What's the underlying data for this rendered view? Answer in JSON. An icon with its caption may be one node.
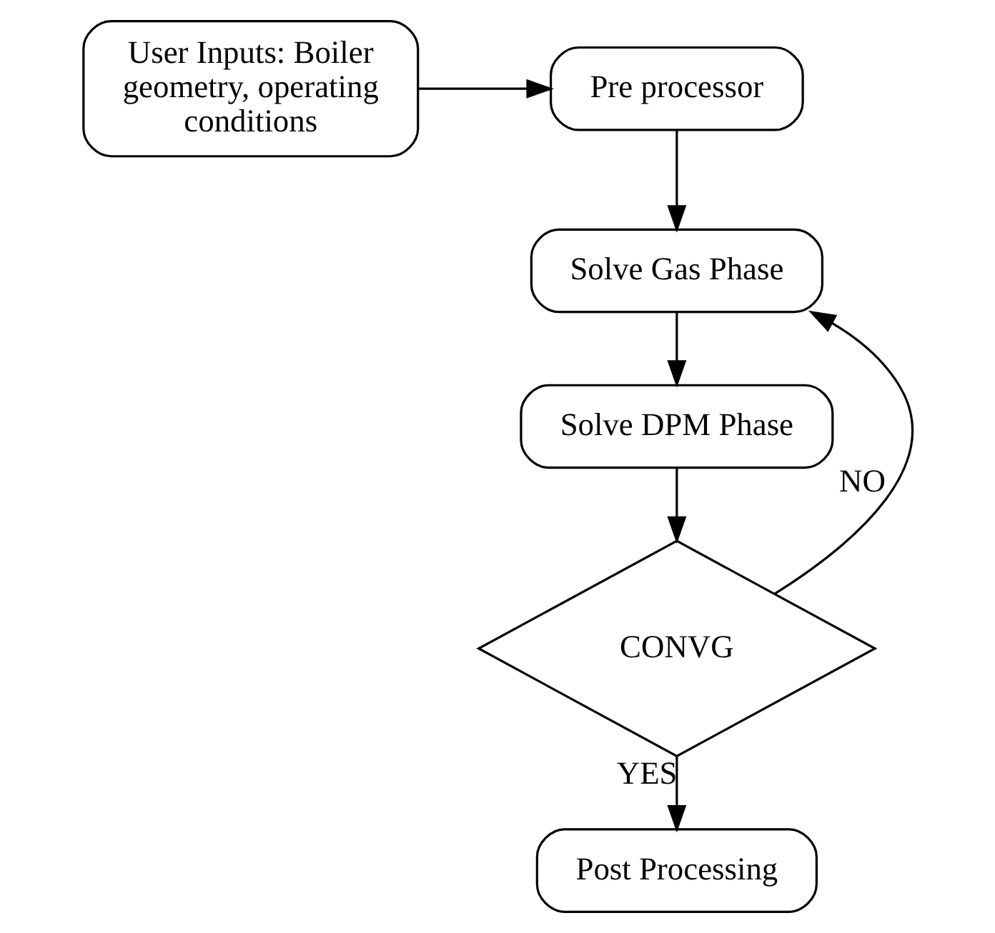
{
  "diagram": {
    "nodes": [
      {
        "text": [
          "User Inputs: Boiler geometry, operating conditions"
        ]
      },
      {
        "text": [
          "Pre processor"
        ]
      },
      {
        "text": [
          "Solve Gas Phase"
        ]
      },
      {
        "text": [
          "Solve DPM Phase"
        ]
      },
      {
        "text": [
          "CONVG"
        ]
      },
      {
        "text": [
          "Post Processing"
        ]
      }
    ],
    "edges": [
      {
        "from": 0,
        "to": 1,
        "arrow": "to"
      },
      {
        "from": 1,
        "to": 2,
        "arrow": "to"
      },
      {
        "from": 2,
        "to": 3,
        "arrow": "to"
      },
      {
        "from": 3,
        "to": 4,
        "arrow": "to"
      },
      {
        "from": 4,
        "to": 2,
        "arrow": "to",
        "label": "NO"
      },
      {
        "from": 4,
        "to": 5,
        "arrow": "to",
        "label": "YES"
      }
    ]
  }
}
